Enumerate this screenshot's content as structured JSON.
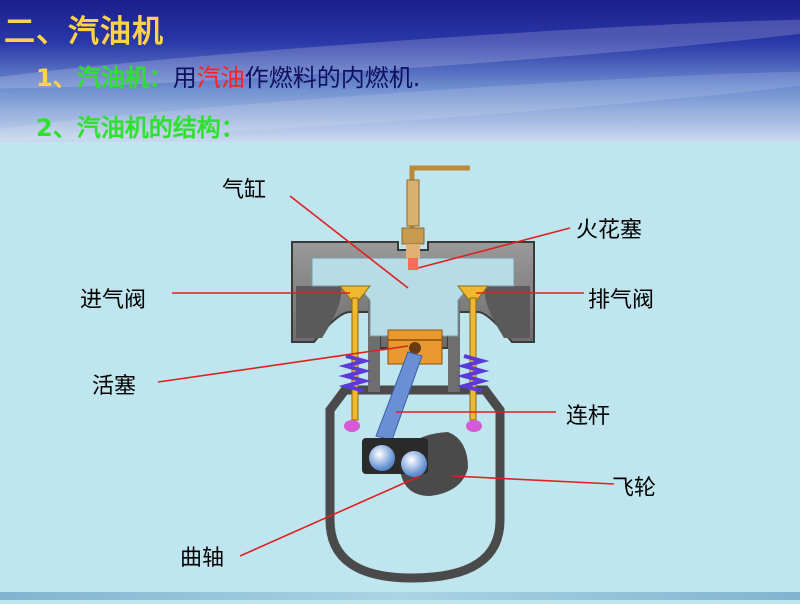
{
  "slide": {
    "title": "二、汽油机",
    "line1": {
      "num": "1、",
      "term": "汽油机：",
      "pre": "用",
      "highlight": "汽油",
      "post": "作燃料的内燃机."
    },
    "line2": {
      "text": "2、汽油机的结构："
    }
  },
  "diagram": {
    "labels": {
      "cylinder": "气缸",
      "spark_plug": "火花塞",
      "intake_valve": "进气阀",
      "exhaust_valve": "排气阀",
      "piston": "活塞",
      "connecting_rod": "连杆",
      "flywheel": "飞轮",
      "crankshaft": "曲轴"
    }
  },
  "colors": {
    "title": "#ffd24a",
    "green_text": "#2fe02f",
    "red_text": "#ff2020",
    "leader_line": "#e02020",
    "engine_body": "#8a8a8a",
    "chamber": "#b8dce6",
    "spring": "#5a3ad8",
    "piston": "#e89a30",
    "rod": "#6a8fd4"
  }
}
